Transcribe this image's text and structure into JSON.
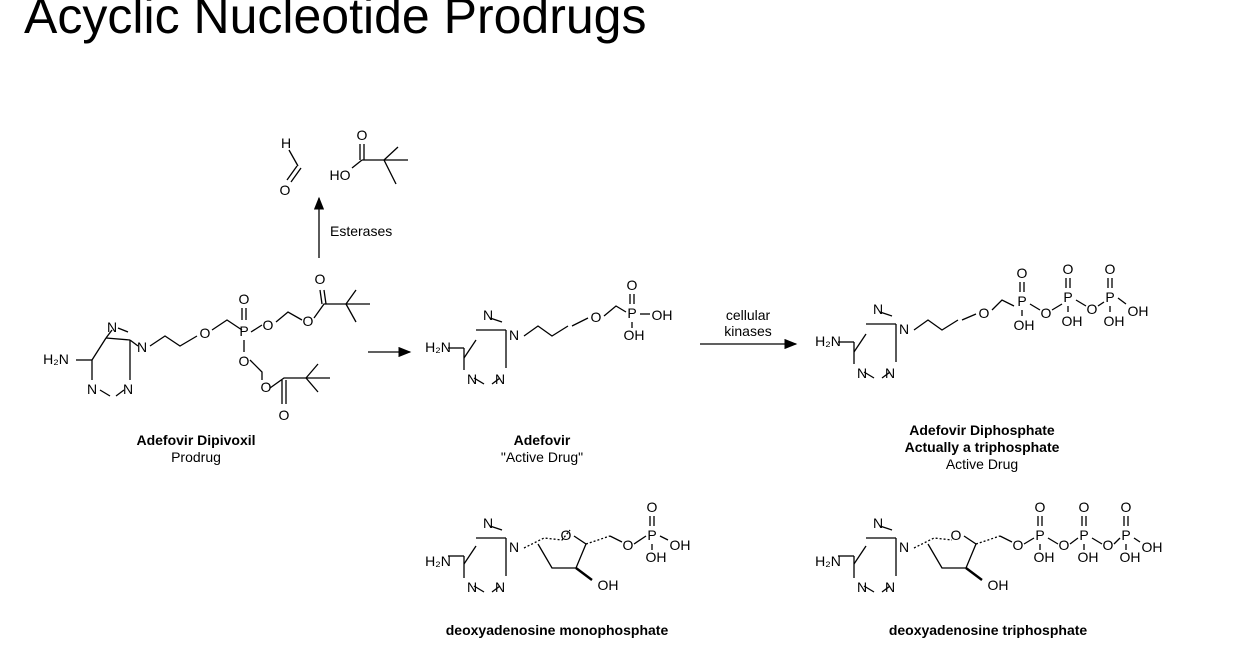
{
  "title": "Acyclic Nucleotide Prodrugs",
  "atoms": {
    "H": "H",
    "O": "O",
    "HO": "HO",
    "OH": "OH",
    "N": "N",
    "P": "P",
    "H2N": "H₂N"
  },
  "arrows": {
    "esterases": "Esterases",
    "kinases_line1": "cellular",
    "kinases_line2": "kinases"
  },
  "compounds": {
    "adefovir_dipivoxil": {
      "name": "Adefovir Dipivoxil",
      "sub": "Prodrug"
    },
    "adefovir": {
      "name": "Adefovir",
      "sub": "\"Active Drug\""
    },
    "adefovir_diphosphate": {
      "name": "Adefovir Diphosphate",
      "name2": "Actually a triphosphate",
      "sub": "Active Drug"
    },
    "damp": {
      "name": "deoxyadenosine monophosphate"
    },
    "datp": {
      "name": "deoxyadenosine triphosphate"
    }
  }
}
